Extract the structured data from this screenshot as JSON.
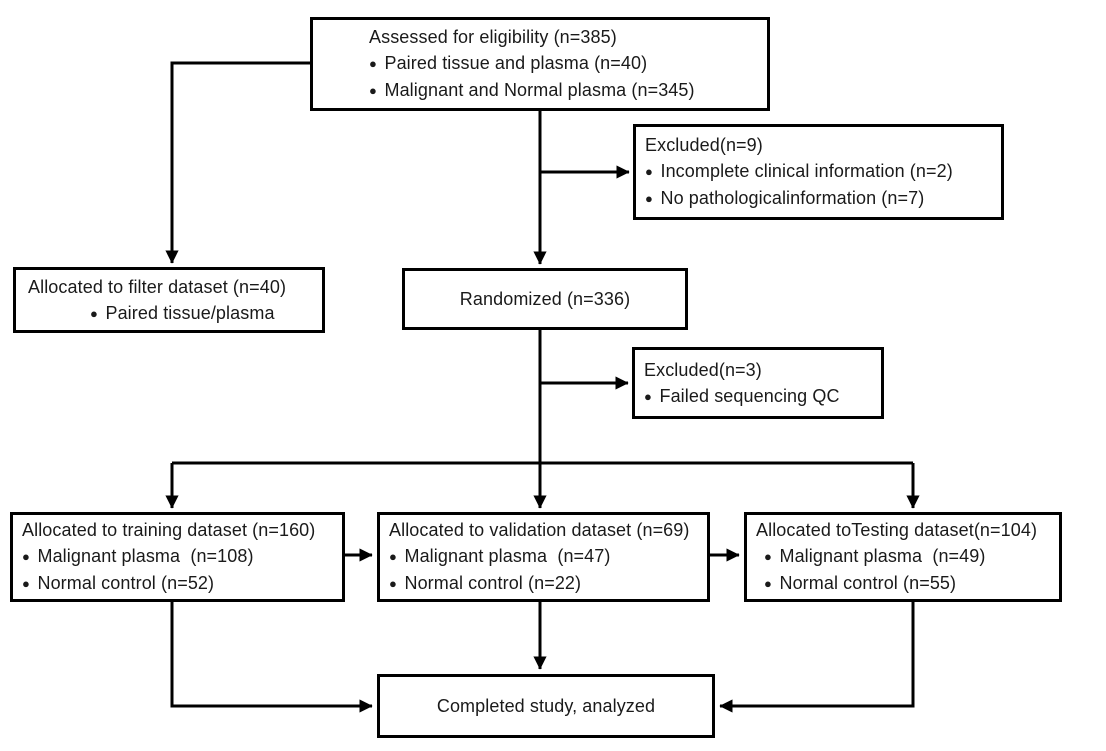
{
  "diagram_type": "study-flow-diagram",
  "colors": {
    "line": "#000000",
    "box_border": "#000000",
    "box_background": "#ffffff",
    "text": "#1a1a1a",
    "canvas_background": "#ffffff"
  },
  "boxes": {
    "assessed": {
      "title": "Assessed for eligibility (n=385)",
      "bullets": [
        "Paired tissue and plasma (n=40)",
        "Malignant and Normal plasma (n=345)"
      ]
    },
    "excluded_pre_randomization": {
      "title": "Excluded(n=9)",
      "bullets": [
        "Incomplete clinical information (n=2)",
        "No pathologicalinformation (n=7)"
      ]
    },
    "filter": {
      "title": "Allocated to filter dataset (n=40)",
      "bullets": [
        "Paired tissue/plasma"
      ]
    },
    "randomized": {
      "title": "Randomized (n=336)"
    },
    "excluded_qc": {
      "title": "Excluded(n=3)",
      "bullets": [
        "Failed sequencing QC"
      ]
    },
    "training": {
      "title": "Allocated to training dataset (n=160)",
      "bullets": [
        "Malignant plasma  (n=108)",
        "Normal control (n=52)"
      ]
    },
    "validation": {
      "title": "Allocated to validation dataset (n=69)",
      "bullets": [
        "Malignant plasma  (n=47)",
        "Normal control (n=22)"
      ]
    },
    "testing": {
      "title": "Allocated toTesting dataset(n=104)",
      "bullets": [
        "Malignant plasma  (n=49)",
        "Normal control (n=55)"
      ]
    },
    "completed": {
      "title": "Completed study, analyzed"
    }
  }
}
